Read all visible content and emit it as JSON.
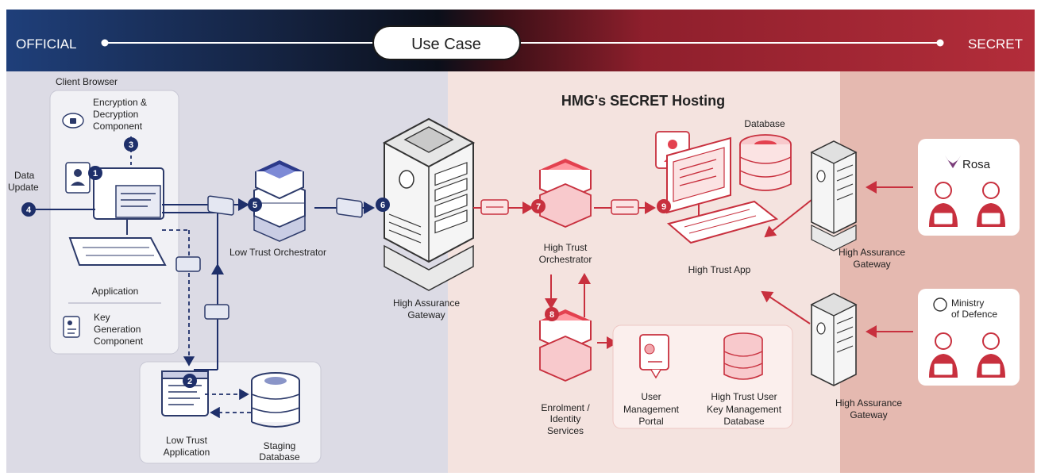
{
  "header": {
    "left_label": "OFFICIAL",
    "center_label": "Use Case",
    "right_label": "SECRET",
    "colors": {
      "official": "#1f3f7a",
      "secret": "#b32d3a"
    }
  },
  "zones": {
    "secret_hosting_title": "HMG's SECRET Hosting"
  },
  "client": {
    "group_label": "Client Browser",
    "encryption_line1": "Encryption &",
    "encryption_line2": "Decryption",
    "encryption_line3": "Component",
    "application_label": "Application",
    "key_gen_line1": "Key",
    "key_gen_line2": "Generation",
    "key_gen_line3": "Component"
  },
  "data_update": {
    "line1": "Data",
    "line2": "Update"
  },
  "low_trust_app": {
    "line1": "Low Trust",
    "line2": "Application"
  },
  "staging_db": {
    "line1": "Staging",
    "line2": "Database"
  },
  "low_trust_orchestrator": {
    "label": "Low Trust Orchestrator"
  },
  "hag_center": {
    "line1": "High Assurance",
    "line2": "Gateway"
  },
  "high_trust_orchestrator": {
    "line1": "High Trust",
    "line2": "Orchestrator"
  },
  "enrolment": {
    "line1": "Enrolment /",
    "line2": "Identity",
    "line3": "Services"
  },
  "user_mgmt": {
    "line1": "User",
    "line2": "Management",
    "line3": "Portal"
  },
  "ht_key_db": {
    "line1": "High Trust User",
    "line2": "Key Management",
    "line3": "Database"
  },
  "database": {
    "label": "Database"
  },
  "high_trust_app": {
    "label": "High Trust App"
  },
  "hag_right_top": {
    "line1": "High Assurance",
    "line2": "Gateway"
  },
  "hag_right_bottom": {
    "line1": "High Assurance",
    "line2": "Gateway"
  },
  "partners": {
    "rosa": "Rosa",
    "mod_line1": "Ministry",
    "mod_line2": "of Defence"
  },
  "steps": [
    "1",
    "2",
    "3",
    "4",
    "5",
    "6",
    "7",
    "8",
    "9"
  ],
  "icons": [
    "cloud-lock-icon",
    "user-card-icon",
    "key-icon",
    "server-icon",
    "database-icon",
    "data-packet-icon",
    "developer-icon",
    "crest-icon",
    "rosa-logo-icon"
  ]
}
